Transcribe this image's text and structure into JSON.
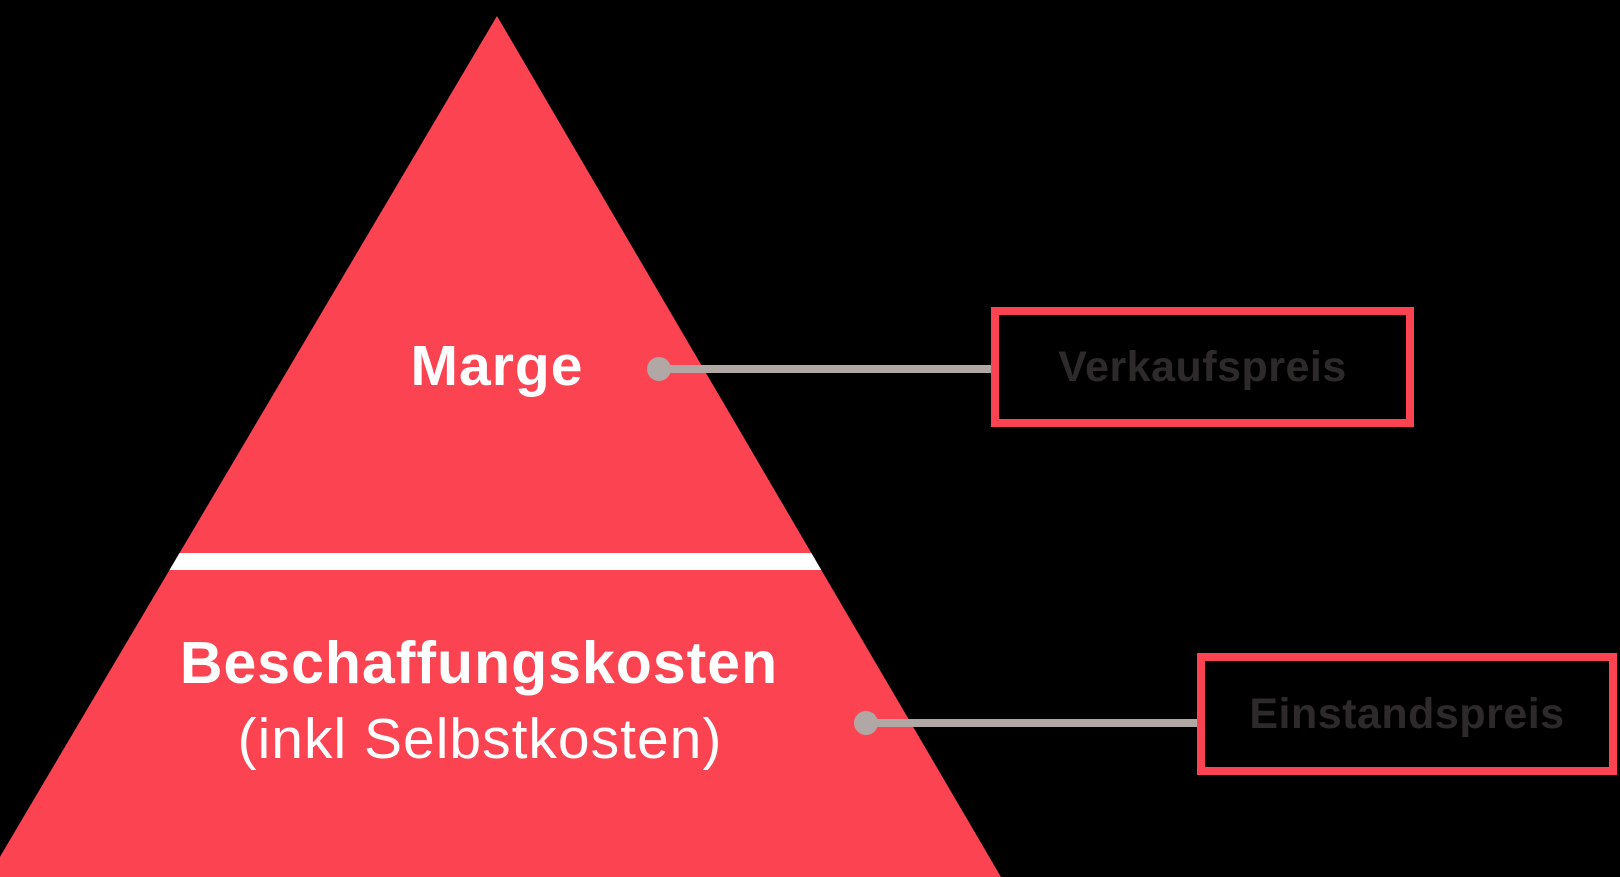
{
  "colors": {
    "red": "#fb4352",
    "gray": "#b1a8a5",
    "dark": "#2e2a2a",
    "white": "#ffffff",
    "bg": "#000000"
  },
  "pyramid": {
    "top_segment": {
      "label": "Marge"
    },
    "bottom_segment": {
      "label": "Beschaffungskosten",
      "sublabel": "(inkl Selbstkosten)"
    }
  },
  "callouts": {
    "verkaufspreis": {
      "label": "Verkaufspreis"
    },
    "einstandspreis": {
      "label": "Einstandspreis"
    }
  }
}
